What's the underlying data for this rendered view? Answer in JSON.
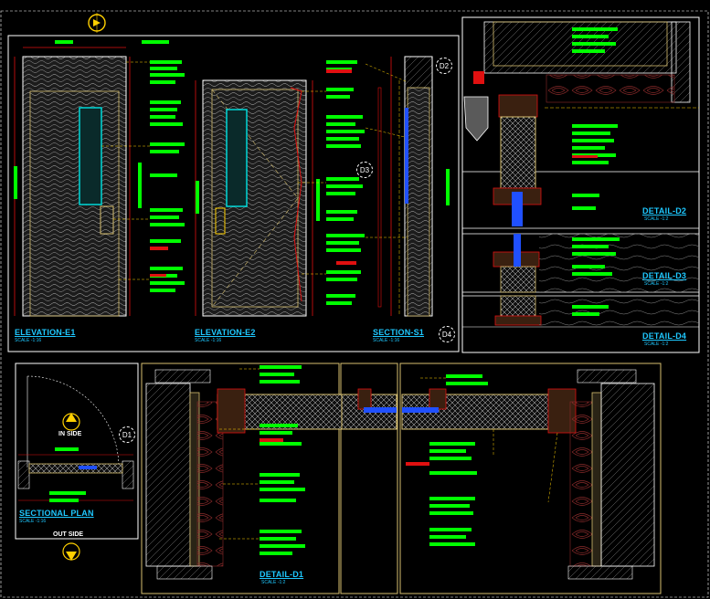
{
  "colors": {
    "background": "#000000",
    "frame": "#ffffff",
    "frame_inner": "#d8c070",
    "dimension": "#e01010",
    "annotation_bar": "#00ff00",
    "leader": "#ffd000",
    "title": "#1ec8ff",
    "glass": "#00d8d8",
    "hardware": "#2050ff"
  },
  "views": {
    "elevation_e1": {
      "title": "ELEVATION-E1",
      "scale": "SCALE -1:16"
    },
    "elevation_e2": {
      "title": "ELEVATION-E2",
      "scale": "SCALE -1:16"
    },
    "section_s1": {
      "title": "SECTION-S1",
      "scale": "SCALE -1:16"
    },
    "detail_d2": {
      "title": "DETAIL-D2",
      "scale": "SCALE -1:2"
    },
    "detail_d3": {
      "title": "DETAIL-D3",
      "scale": "SCALE -1:2"
    },
    "detail_d4": {
      "title": "DETAIL-D4",
      "scale": "SCALE -1:2"
    },
    "sectional_plan": {
      "title": "SECTIONAL PLAN",
      "scale": "SCALE -1:16"
    },
    "detail_d1": {
      "title": "DETAIL-D1",
      "scale": "SCALE -1:2"
    }
  },
  "plan_labels": {
    "inside": "IN SIDE",
    "outside": "OUT SIDE"
  },
  "callouts": {
    "d1": "D1",
    "d2": "D2",
    "d3": "D3",
    "d4": "D4"
  },
  "icons": [
    "north-arrow-icon",
    "section-marker-icon",
    "detail-callout-icon"
  ]
}
